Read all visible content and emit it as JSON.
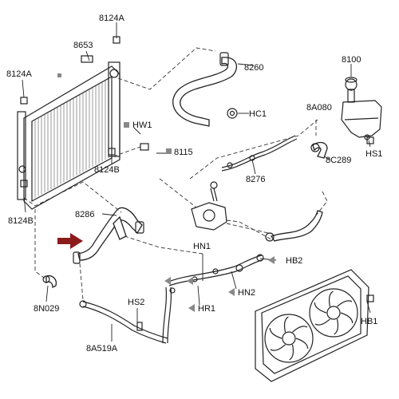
{
  "diagram": {
    "labels": {
      "l_8124A_top": "8124A",
      "l_8653": "8653",
      "l_8124A_left": "8124A",
      "l_8260": "8260",
      "l_8100": "8100",
      "l_8A080": "8A080",
      "l_HC1": "HC1",
      "l_HW1": "HW1",
      "l_8115": "8115",
      "l_8124B_mid": "8124B",
      "l_8276": "8276",
      "l_8C289": "8C289",
      "l_HS1": "HS1",
      "l_8124B_left": "8124B",
      "l_8286": "8286",
      "l_HN1": "HN1",
      "l_HB2": "HB2",
      "l_HN2": "HN2",
      "l_HR1": "HR1",
      "l_HS2": "HS2",
      "l_8N029": "8N029",
      "l_8A519A": "8A519A",
      "l_HB1": "HB1"
    },
    "colors": {
      "arrow": "#8b1a1a",
      "marker": "#888888",
      "line": "#222222"
    }
  }
}
